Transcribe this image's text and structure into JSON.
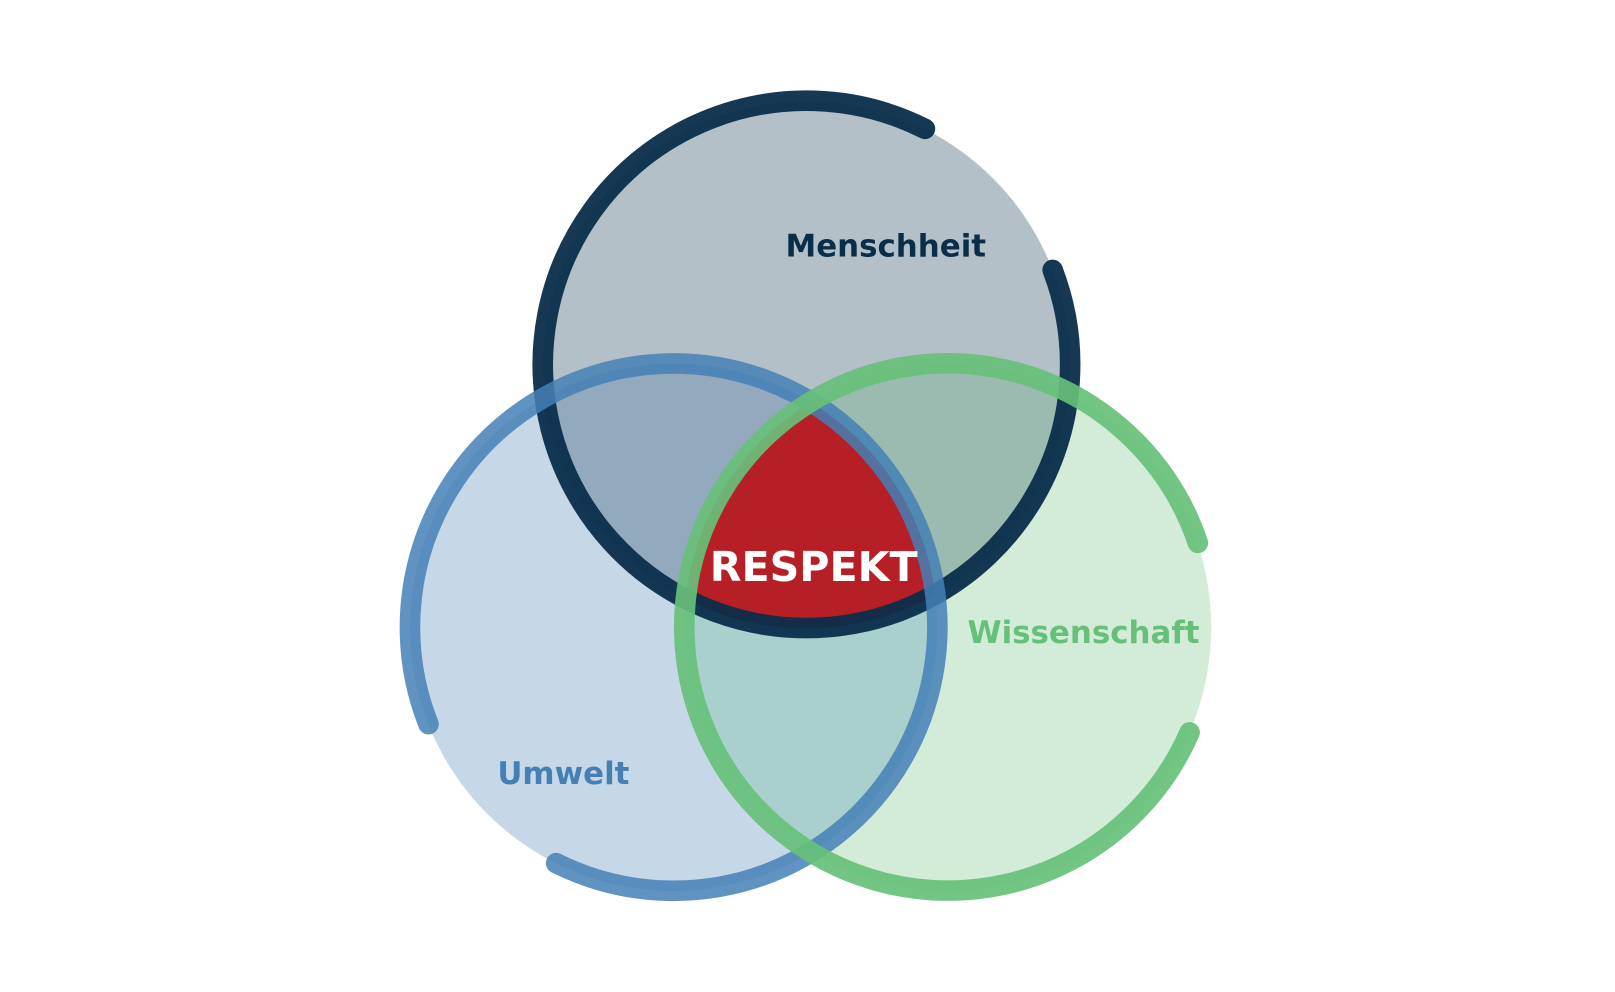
{
  "diagram": {
    "type": "venn",
    "sets": [
      {
        "label": "Menschheit",
        "color": "#0a2d4a",
        "fill": "#b3c0c8"
      },
      {
        "label": "Umwelt",
        "color": "#4480b6",
        "fill": "#c6d8e7"
      },
      {
        "label": "Wissenschaft",
        "color": "#67c07a",
        "fill": "#d3ecd8"
      }
    ],
    "center": {
      "label": "RESPEKT",
      "color": "#b71f26"
    },
    "overlap_colors": {
      "menschheit_umwelt": "#93a9bd",
      "menschheit_wissenschaft": "#9bbbb0",
      "umwelt_wissenschaft": "#a9d0cd"
    }
  }
}
